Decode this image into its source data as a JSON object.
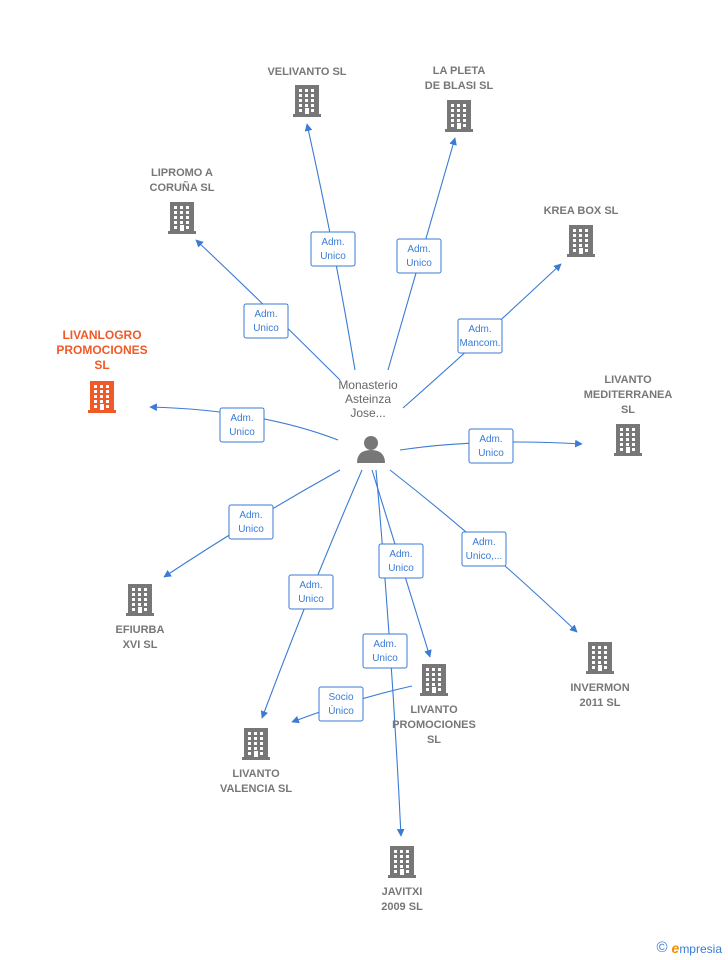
{
  "center": {
    "lines": [
      "Monasterio",
      "Asteinza",
      "Jose..."
    ],
    "icon": "person-icon"
  },
  "colors": {
    "edge": "#3a7bd5",
    "node": "#777777",
    "highlight": "#f05a28"
  },
  "nodes": [
    {
      "id": "velivanto",
      "lines": [
        "VELIVANTO  SL"
      ],
      "icon": "building-icon",
      "highlight": false
    },
    {
      "id": "la-pleta",
      "lines": [
        "LA PLETA",
        "DE BLASI  SL"
      ],
      "icon": "building-icon",
      "highlight": false
    },
    {
      "id": "lipromo",
      "lines": [
        "LIPROMO A",
        "CORUÑA  SL"
      ],
      "icon": "building-icon",
      "highlight": false
    },
    {
      "id": "krea-box",
      "lines": [
        "KREA BOX  SL"
      ],
      "icon": "building-icon",
      "highlight": false
    },
    {
      "id": "livanlogro",
      "lines": [
        "LIVANLOGRO",
        "PROMOCIONES",
        "SL"
      ],
      "icon": "building-icon",
      "highlight": true
    },
    {
      "id": "livanto-mediterranea",
      "lines": [
        "LIVANTO",
        "MEDITERRANEA",
        "SL"
      ],
      "icon": "building-icon",
      "highlight": false
    },
    {
      "id": "efiurba",
      "lines": [
        "EFIURBA",
        "XVI  SL"
      ],
      "icon": "building-icon",
      "highlight": false
    },
    {
      "id": "invermon",
      "lines": [
        "INVERMON",
        "2011 SL"
      ],
      "icon": "building-icon",
      "highlight": false
    },
    {
      "id": "livanto-promociones",
      "lines": [
        "LIVANTO",
        "PROMOCIONES",
        "SL"
      ],
      "icon": "building-icon",
      "highlight": false
    },
    {
      "id": "livanto-valencia",
      "lines": [
        "LIVANTO",
        "VALENCIA  SL"
      ],
      "icon": "building-icon",
      "highlight": false
    },
    {
      "id": "javitxi",
      "lines": [
        "JAVITXI",
        "2009 SL"
      ],
      "icon": "building-icon",
      "highlight": false
    }
  ],
  "edges": [
    {
      "from": "center",
      "to": "velivanto",
      "lines": [
        "Adm.",
        "Unico"
      ]
    },
    {
      "from": "center",
      "to": "la-pleta",
      "lines": [
        "Adm.",
        "Unico"
      ]
    },
    {
      "from": "center",
      "to": "lipromo",
      "lines": [
        "Adm.",
        "Unico"
      ]
    },
    {
      "from": "center",
      "to": "krea-box",
      "lines": [
        "Adm.",
        "Mancom."
      ]
    },
    {
      "from": "center",
      "to": "livanlogro",
      "lines": [
        "Adm.",
        "Unico"
      ]
    },
    {
      "from": "center",
      "to": "livanto-mediterranea",
      "lines": [
        "Adm.",
        "Unico"
      ]
    },
    {
      "from": "center",
      "to": "efiurba",
      "lines": [
        "Adm.",
        "Unico"
      ]
    },
    {
      "from": "center",
      "to": "invermon",
      "lines": [
        "Adm.",
        "Unico,..."
      ]
    },
    {
      "from": "center",
      "to": "livanto-promociones",
      "lines": [
        "Adm.",
        "Unico"
      ]
    },
    {
      "from": "center",
      "to": "livanto-valencia",
      "lines": [
        "Adm.",
        "Unico"
      ]
    },
    {
      "from": "center",
      "to": "javitxi",
      "lines": [
        "Adm.",
        "Unico"
      ]
    },
    {
      "from": "livanto-promociones",
      "to": "livanto-valencia",
      "lines": [
        "Socio",
        "Único"
      ]
    }
  ],
  "footer": {
    "copyright": "©",
    "brand_initial": "e",
    "brand_rest": "mpresia"
  }
}
